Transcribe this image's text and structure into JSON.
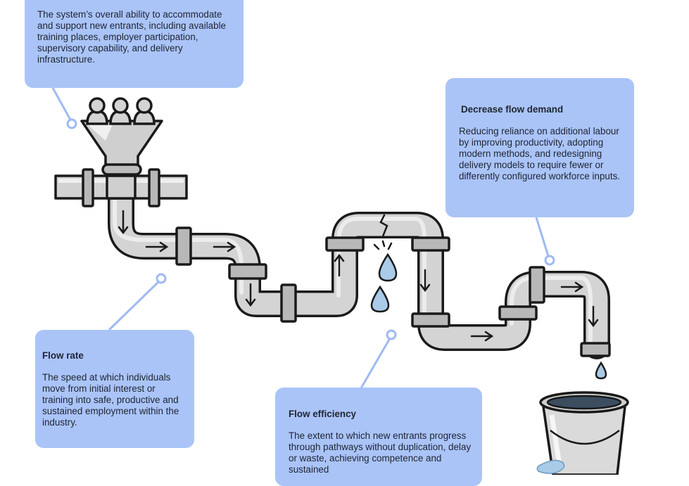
{
  "cards": {
    "capacity": {
      "body": "The system’s overall ability to accommodate and support new entrants, including available training places, employer participation, supervisory capability, and delivery infrastructure."
    },
    "demand": {
      "title": "Decrease flow demand",
      "body": "Reducing reliance on additional labour by improving productivity, adopting modern methods, and redesigning delivery models to require fewer or differently configured workforce inputs."
    },
    "rate": {
      "title": "Flow rate",
      "body": "The speed at which individuals move from initial interest or training into safe, productive and sustained employment within the industry."
    },
    "efficiency": {
      "title": "Flow efficiency",
      "body": "The extent to which new entrants progress through pathways without duplication, delay or waste, achieving competence and sustained"
    }
  },
  "colors": {
    "card": "#aac4f7",
    "connector": "#9fbaf2",
    "pipe": "#d4d4d4",
    "outline": "#1a1a1a",
    "water": "#a9cbe8",
    "water_dark": "#6f99c0"
  },
  "icons": [
    "people-icon",
    "funnel-icon",
    "arrow-icon",
    "crack-icon",
    "water-drop-icon",
    "bucket-icon",
    "water-puddle-icon"
  ]
}
